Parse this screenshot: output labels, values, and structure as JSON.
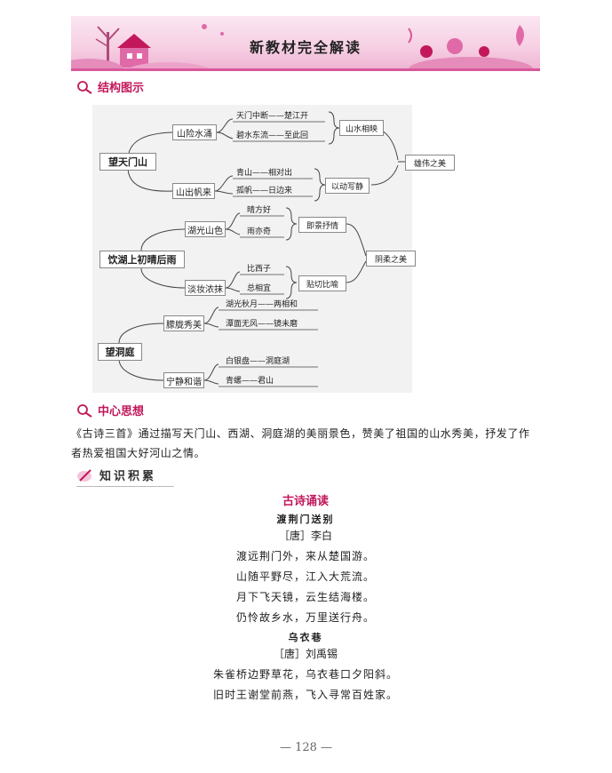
{
  "header": {
    "title": "新教材完全解读"
  },
  "sections": {
    "structure": "结构图示",
    "central": "中心思想",
    "knowledge": "知识积累"
  },
  "mindmap": {
    "poem1": {
      "root": "望天门山",
      "branch1": "山险水涌",
      "branch1_leaves": [
        "天门中断——楚江开",
        "碧水东流——至此回"
      ],
      "branch1_summary": "山水相映",
      "branch2": "山出帆来",
      "branch2_leaves": [
        "青山——相对出",
        "孤帆——日边来"
      ],
      "branch2_summary": "以动写静",
      "overall": "雄伟之美"
    },
    "poem2": {
      "root": "饮湖上初晴后雨",
      "branch1": "湖光山色",
      "branch1_leaves": [
        "晴方好",
        "雨亦奇"
      ],
      "branch1_summary": "即景抒情",
      "branch2": "淡妆浓抹",
      "branch2_leaves": [
        "比西子",
        "总相宜"
      ],
      "branch2_summary": "贴切比喻",
      "overall": "阴柔之美"
    },
    "poem3": {
      "root": "望洞庭",
      "branch1": "朦胧秀美",
      "branch1_leaves": [
        "湖光秋月——两相和",
        "潭面无风——镜未磨"
      ],
      "branch2": "宁静和谐",
      "branch2_leaves": [
        "白银盘——洞庭湖",
        "青螺——君山"
      ]
    }
  },
  "central_text": "《古诗三首》通过描写天门山、西湖、洞庭湖的美丽景色，赞美了祖国的山水秀美，抒发了作者热爱祖国大好河山之情。",
  "poems": {
    "section_title": "古诗诵读",
    "poem1": {
      "title": "渡荆门送别",
      "author": "［唐］李白",
      "lines": [
        "渡远荆门外，来从楚国游。",
        "山随平野尽，江入大荒流。",
        "月下飞天镜，云生结海楼。",
        "仍怜故乡水，万里送行舟。"
      ]
    },
    "poem2": {
      "title": "乌衣巷",
      "author": "［唐］刘禹锡",
      "lines": [
        "朱雀桥边野草花，乌衣巷口夕阳斜。",
        "旧时王谢堂前燕，飞入寻常百姓家。"
      ]
    }
  },
  "page_number": "— 128 —",
  "colors": {
    "accent": "#c2185b",
    "banner": "#f6cfe3"
  }
}
